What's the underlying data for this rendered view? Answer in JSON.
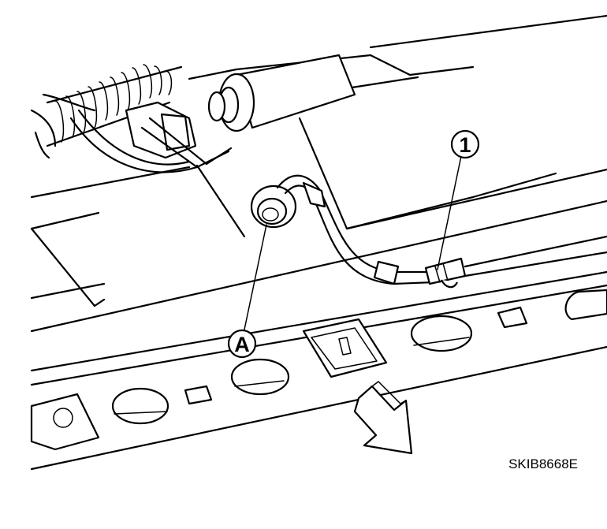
{
  "callouts": {
    "part_1": "1",
    "point_a": "A"
  },
  "figure_code": "SKIB8668E",
  "icons": {
    "direction_arrow": "hollow-arrow-down-right-icon"
  }
}
